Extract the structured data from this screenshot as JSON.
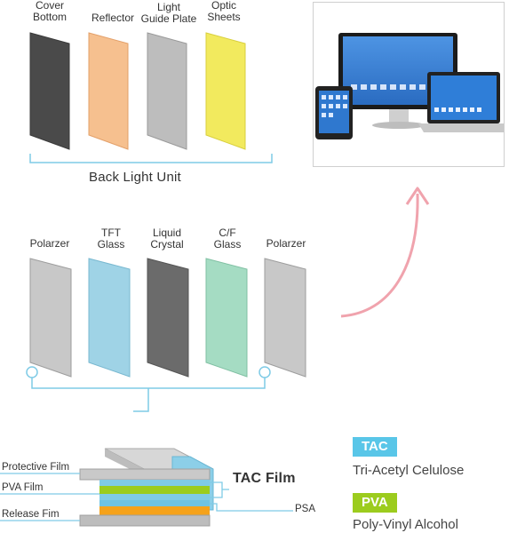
{
  "backlight": {
    "layers": [
      {
        "label": "Cover\nBottom",
        "color": "#4a4a4a"
      },
      {
        "label": "Reflector",
        "color": "#f6c08f"
      },
      {
        "label": "Light\nGuide Plate",
        "color": "#bdbdbd"
      },
      {
        "label": "Optic\nSheets",
        "color": "#f2ea5e"
      }
    ],
    "caption": "Back Light Unit"
  },
  "panel": {
    "layers": [
      {
        "label": "Polarzer",
        "color": "#c8c8c8"
      },
      {
        "label": "TFT\nGlass",
        "color": "#9fd3e6"
      },
      {
        "label": "Liquid\nCrystal",
        "color": "#6b6b6b"
      },
      {
        "label": "C/F\nGlass",
        "color": "#a5dcc3"
      },
      {
        "label": "Polarzer",
        "color": "#c8c8c8"
      }
    ]
  },
  "film": {
    "protective_label": "Protective Film",
    "pva_label": "PVA Film",
    "release_label": "Release Fim",
    "tac_label": "TAC Film",
    "psa_label": "PSA"
  },
  "legend": {
    "tac": {
      "badge": "TAC",
      "desc": "Tri-Acetyl Celulose",
      "color": "#59c6e8"
    },
    "pva": {
      "badge": "PVA",
      "desc": "Poly-Vinyl Alcohol",
      "color": "#9ccc1e"
    }
  },
  "colors": {
    "accent_line": "#7fcbe6",
    "arrow": "#f0a3ad"
  },
  "icons": [
    "devices-illustration",
    "curved-arrow-icon"
  ]
}
